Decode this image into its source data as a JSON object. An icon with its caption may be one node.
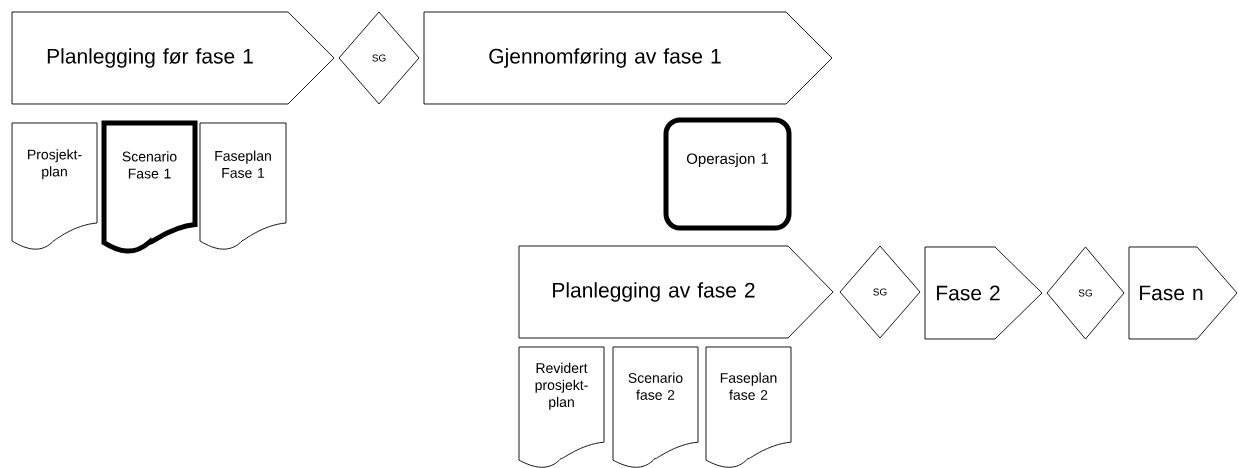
{
  "diagram": {
    "nodes": [
      {
        "text": [
          "Planlegging før fase 1"
        ]
      },
      {
        "text": [
          "SG"
        ]
      },
      {
        "text": [
          "Gjennomføring av fase 1"
        ]
      },
      {
        "text": [
          "Prosjekt-plan"
        ]
      },
      {
        "text": [
          "Scenario Fase 1"
        ]
      },
      {
        "text": [
          "Faseplan Fase 1"
        ]
      },
      {
        "text": [
          "Operasjon 1"
        ]
      },
      {
        "text": [
          "Planlegging av fase 2"
        ]
      },
      {
        "text": [
          "SG"
        ]
      },
      {
        "text": [
          "Fase 2"
        ]
      },
      {
        "text": [
          "SG"
        ]
      },
      {
        "text": [
          "Fase n"
        ]
      },
      {
        "text": [
          "Revidert prosjekt-plan"
        ]
      },
      {
        "text": [
          "Scenario fase 2"
        ]
      },
      {
        "text": [
          "Faseplan fase 2"
        ]
      }
    ]
  }
}
